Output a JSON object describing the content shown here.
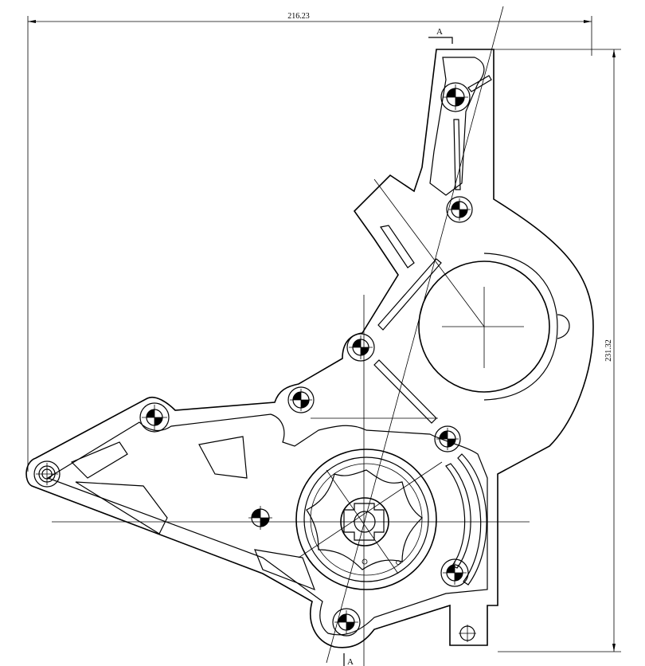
{
  "drawing": {
    "dimensions": {
      "overall_width": "216.23",
      "overall_height": "231.32"
    },
    "section_labels": {
      "top": "A",
      "bottom": "A"
    }
  }
}
